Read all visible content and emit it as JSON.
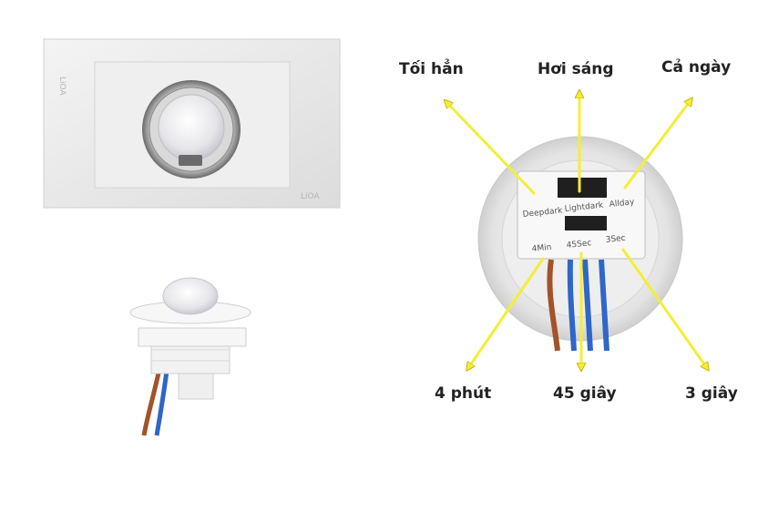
{
  "labels": {
    "deep_dark": "Tối hẳn",
    "light_dark": "Hơi sáng",
    "all_day": "Cả ngày",
    "four_min": "4 phút",
    "forty_five_sec": "45 giây",
    "three_sec": "3 giây"
  },
  "sensor_markings": {
    "row1": [
      "Deepdark",
      "Lightdark",
      "Allday"
    ],
    "row2": [
      "4Min",
      "45Sec",
      "3Sec"
    ]
  },
  "brand_marks": {
    "plate_left": "LiOA",
    "plate_right": "LiOA"
  },
  "colors": {
    "arrow": "#f4ee35",
    "arrow_edge": "#c8b400",
    "label_text": "#222222",
    "wire_blue": "#2f66c8",
    "wire_brown": "#a3522a"
  }
}
